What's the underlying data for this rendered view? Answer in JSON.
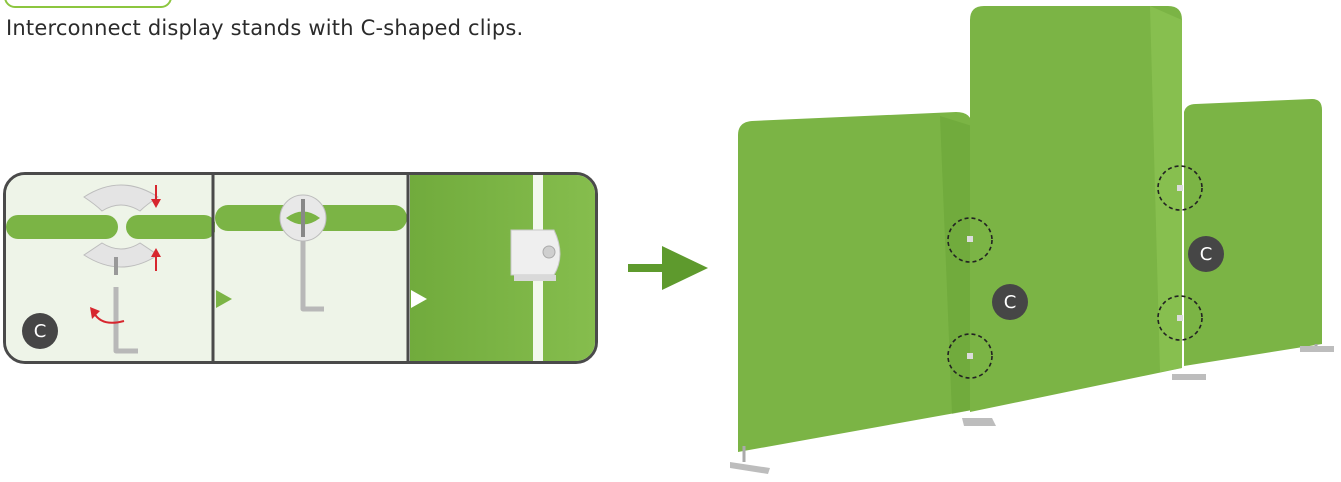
{
  "instruction": {
    "text": "Interconnect display stands with C-shaped clips."
  },
  "labels": {
    "step_badge": "C",
    "stand_badge_left": "C",
    "stand_badge_right": "C"
  },
  "colors": {
    "fabric_green": "#7bb445",
    "fabric_green_dark": "#5e9a2d",
    "accent_outline": "#8cc63f",
    "badge_bg": "#464646",
    "arrow_red": "#d7262e",
    "frame_dark": "#4a4a4a"
  },
  "icons": {
    "direction_arrow": "arrow-right-icon",
    "step_play": "play-triangle-icon",
    "rotate": "rotate-arrow-icon",
    "allen_key": "allen-key-icon"
  }
}
